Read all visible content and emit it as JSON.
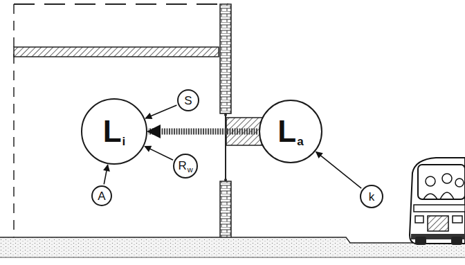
{
  "diagram": {
    "nodes": [
      {
        "text": [
          "L",
          "i"
        ]
      },
      {
        "text": [
          "S"
        ]
      },
      {
        "text": [
          "R",
          "w"
        ]
      },
      {
        "text": [
          "A"
        ]
      },
      {
        "text": [
          "L",
          "a"
        ]
      },
      {
        "text": [
          "k"
        ]
      }
    ],
    "edges": [
      {
        "from": 1,
        "to": 0,
        "arrow": "to"
      },
      {
        "from": 2,
        "to": 0,
        "arrow": "to"
      },
      {
        "from": 3,
        "to": 0,
        "arrow": "to"
      },
      {
        "from": 5,
        "to": 4,
        "arrow": "to"
      },
      {
        "from": 4,
        "to": 0,
        "arrow": "to"
      }
    ]
  }
}
